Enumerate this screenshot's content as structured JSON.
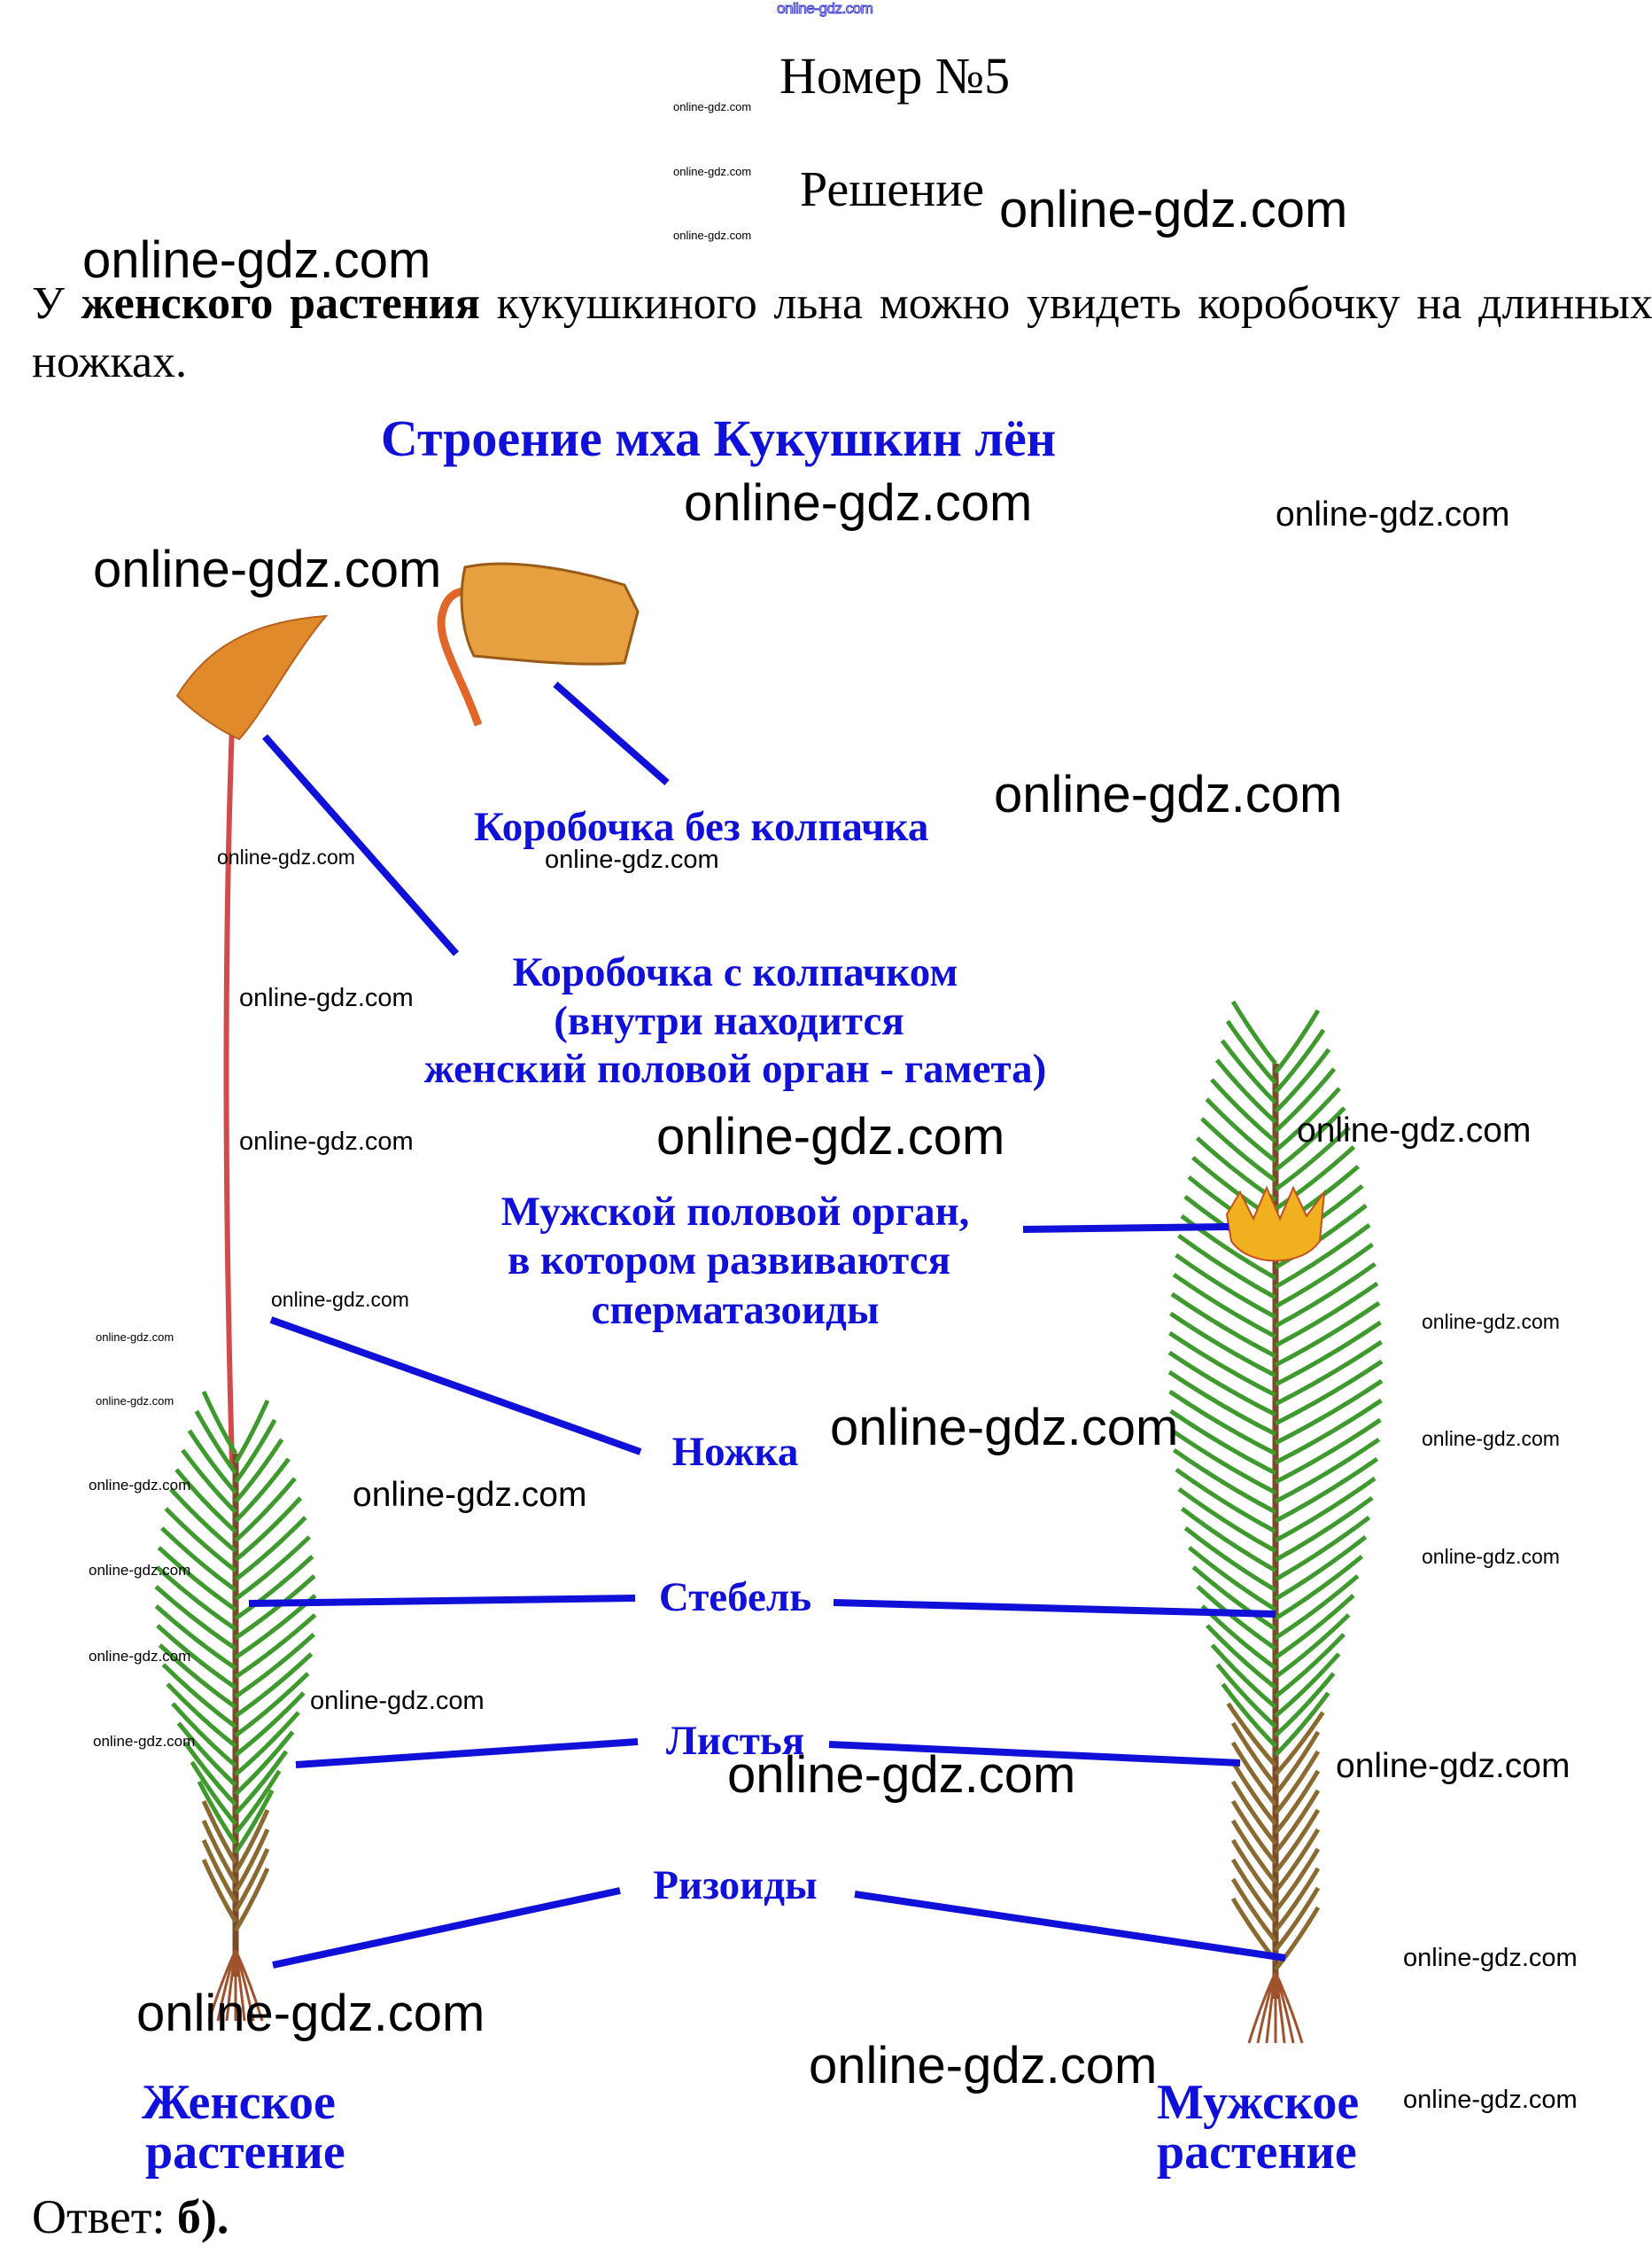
{
  "header": {
    "top_watermark": "online-gdz.com",
    "title": "Номер №5",
    "subtitle": "Решение"
  },
  "paragraph": {
    "before": "У ",
    "bold": "женского растения",
    "after": " кукушкиного льна можно увидеть коробочку на длинных ножках."
  },
  "diagram": {
    "title": "Строение мха Кукушкин лён",
    "labels": {
      "capsule_no_cap": "Коробочка без колпачка",
      "capsule_cap_1": "Коробочка с колпачком",
      "capsule_cap_2": "(внутри находится",
      "capsule_cap_3": "женский половой орган - гамета)",
      "male_organ_1": "Мужской половой орган,",
      "male_organ_2": "в котором развиваются",
      "male_organ_3": "сперматазоиды",
      "stalk": "Ножка",
      "stem": "Стебель",
      "leaves": "Листья",
      "rhizoids": "Ризоиды",
      "female_1": "Женское",
      "female_2": "растение",
      "male_1": "Мужское",
      "male_2": "растение"
    },
    "colors": {
      "label": "#1010d8",
      "line": "#1010d8",
      "stalk": "#d24a4a",
      "capsule": "#e08a2c",
      "leaf": "#3f9a2e",
      "cup": "#f0b020"
    }
  },
  "answer": {
    "prefix": "Ответ: ",
    "value": "б)."
  },
  "watermarks": [
    "online-gdz.com",
    "online-gdz.com",
    "online-gdz.com",
    "online-gdz.com",
    "online-gdz.com",
    "online-gdz.com",
    "online-gdz.com",
    "online-gdz.com",
    "online-gdz.com",
    "online-gdz.com",
    "online-gdz.com",
    "online-gdz.com",
    "online-gdz.com",
    "online-gdz.com",
    "online-gdz.com",
    "online-gdz.com",
    "online-gdz.com",
    "online-gdz.com",
    "online-gdz.com",
    "online-gdz.com",
    "online-gdz.com",
    "online-gdz.com",
    "online-gdz.com",
    "online-gdz.com",
    "online-gdz.com",
    "online-gdz.com",
    "online-gdz.com",
    "online-gdz.com",
    "online-gdz.com",
    "online-gdz.com",
    "online-gdz.com",
    "online-gdz.com"
  ]
}
